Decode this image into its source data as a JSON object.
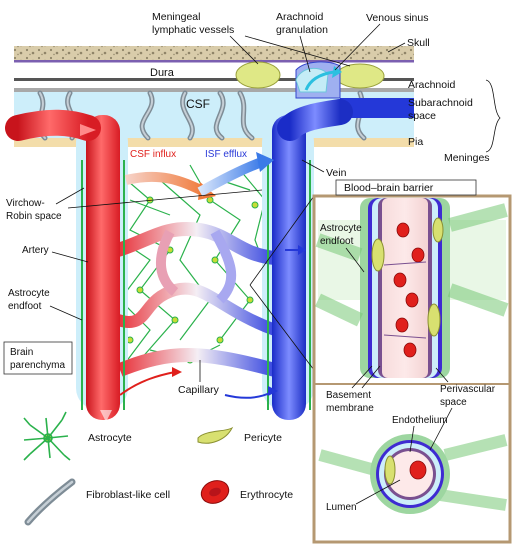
{
  "labels": {
    "meningeal_lymphatic": [
      "Meningeal",
      "lymphatic vessels"
    ],
    "arachnoid_granulation": [
      "Arachnoid",
      "granulation"
    ],
    "venous_sinus": "Venous sinus",
    "skull": "Skull",
    "dura": "Dura",
    "arachnoid": "Arachnoid",
    "subarachnoid": [
      "Subarachnoid",
      "space"
    ],
    "csf": "CSF",
    "pia": "Pia",
    "meninges": "Meninges",
    "csf_influx": "CSF influx",
    "isf_efflux": "ISF efflux",
    "vein": "Vein",
    "bbb": "Blood–brain barrier",
    "virchow_robin": [
      "Virchow-",
      "Robin space"
    ],
    "artery": "Artery",
    "astrocyte_endfoot_left": [
      "Astrocyte",
      "endfoot"
    ],
    "astrocyte_endfoot_inset": [
      "Astrocyte",
      "endfoot"
    ],
    "brain_parenchyma": [
      "Brain",
      "parenchyma"
    ],
    "capillary": "Capillary",
    "basement_membrane": [
      "Basement",
      "membrane"
    ],
    "perivascular_space": [
      "Perivascular",
      "space"
    ],
    "endothelium": "Endothelium",
    "lumen": "Lumen"
  },
  "legend": {
    "astrocyte": "Astrocyte",
    "pericyte": "Pericyte",
    "fibroblast": "Fibroblast-like cell",
    "erythrocyte": "Erythrocyte"
  },
  "colors": {
    "artery_red": "#e8202a",
    "vein_blue": "#2438d8",
    "csf_blue": "#cdeefa",
    "astrocyte_green": "#2bb24c",
    "pericyte_yellow": "#d8e070",
    "inset_border": "#b59872",
    "pia_tan": "#f3ddaa",
    "skull_tan": "#d6c8a0"
  }
}
